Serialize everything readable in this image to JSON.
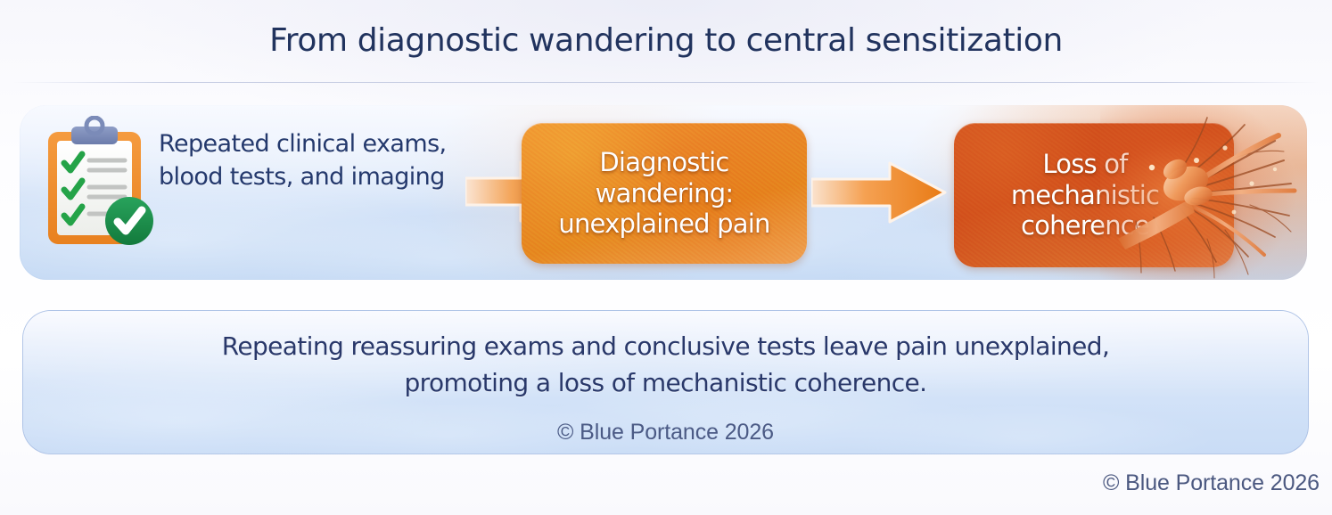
{
  "title": "From diagnostic wandering to central sensitization",
  "flow": {
    "step1": {
      "icon": "clipboard-checklist-icon",
      "line1": "Repeated clinical exams,",
      "line2": "blood tests, and imaging"
    },
    "arrow1": "arrow-right-icon",
    "step2": {
      "line1": "Diagnostic",
      "line2": "wandering:",
      "line3": "unexplained pain"
    },
    "arrow2": "arrow-right-icon",
    "step3": {
      "line1": "Loss of",
      "line2": "mechanistic",
      "line3": "coherence",
      "art": "neuron-dendrites-art"
    }
  },
  "caption": {
    "line1": "Repeating reassuring exams and conclusive tests leave pain unexplained,",
    "line2": "promoting a loss of mechanistic coherence.",
    "credit": "© Blue Portance 2026"
  },
  "footer": {
    "copyright": "© Blue Portance 2026"
  },
  "colors": {
    "title_navy": "#21335e",
    "body_navy": "#24396d",
    "orange_mid": "#e98427",
    "orange_deep": "#d2521f",
    "panel_blue": "#d9e4f7",
    "check_green": "#1d8a47"
  }
}
